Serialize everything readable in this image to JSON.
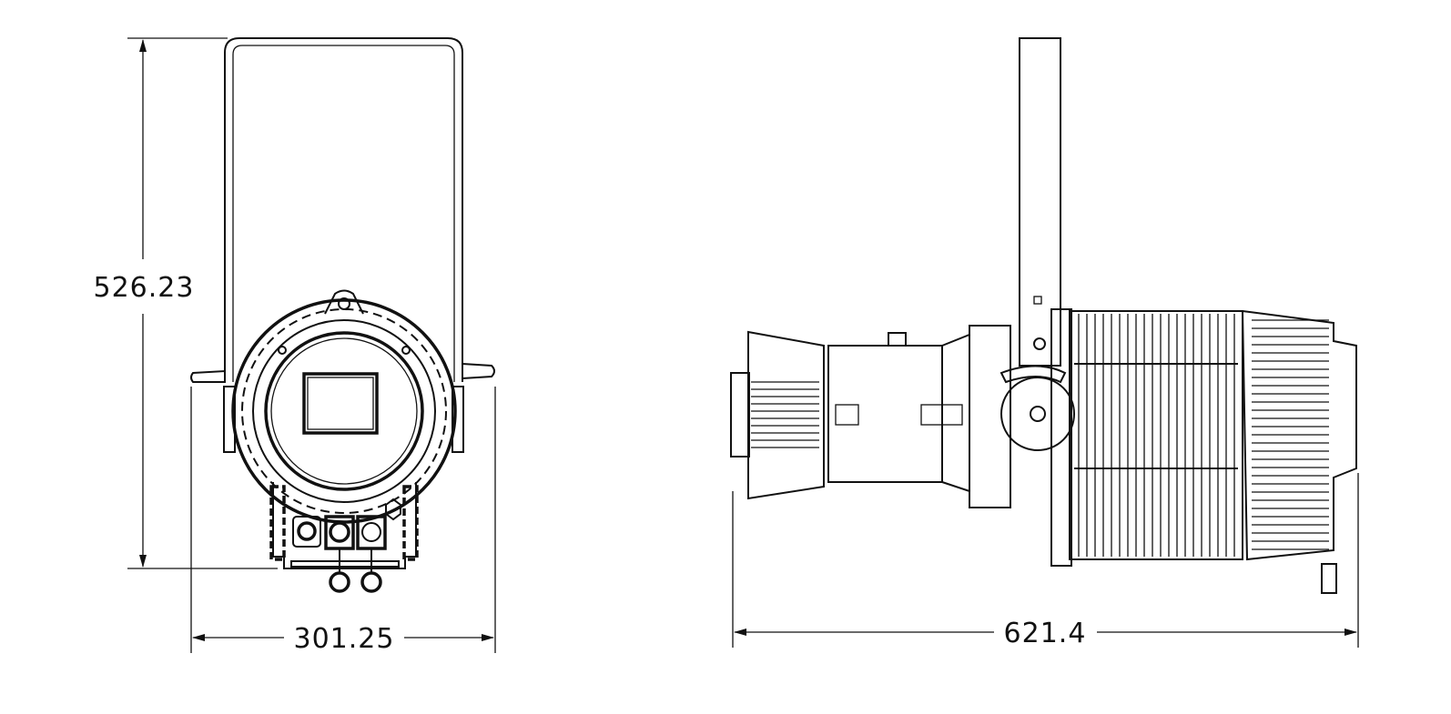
{
  "drawing": {
    "front_view": {
      "height_dimension": "526.23",
      "width_dimension": "301.25"
    },
    "side_view": {
      "length_dimension": "621.4"
    }
  }
}
